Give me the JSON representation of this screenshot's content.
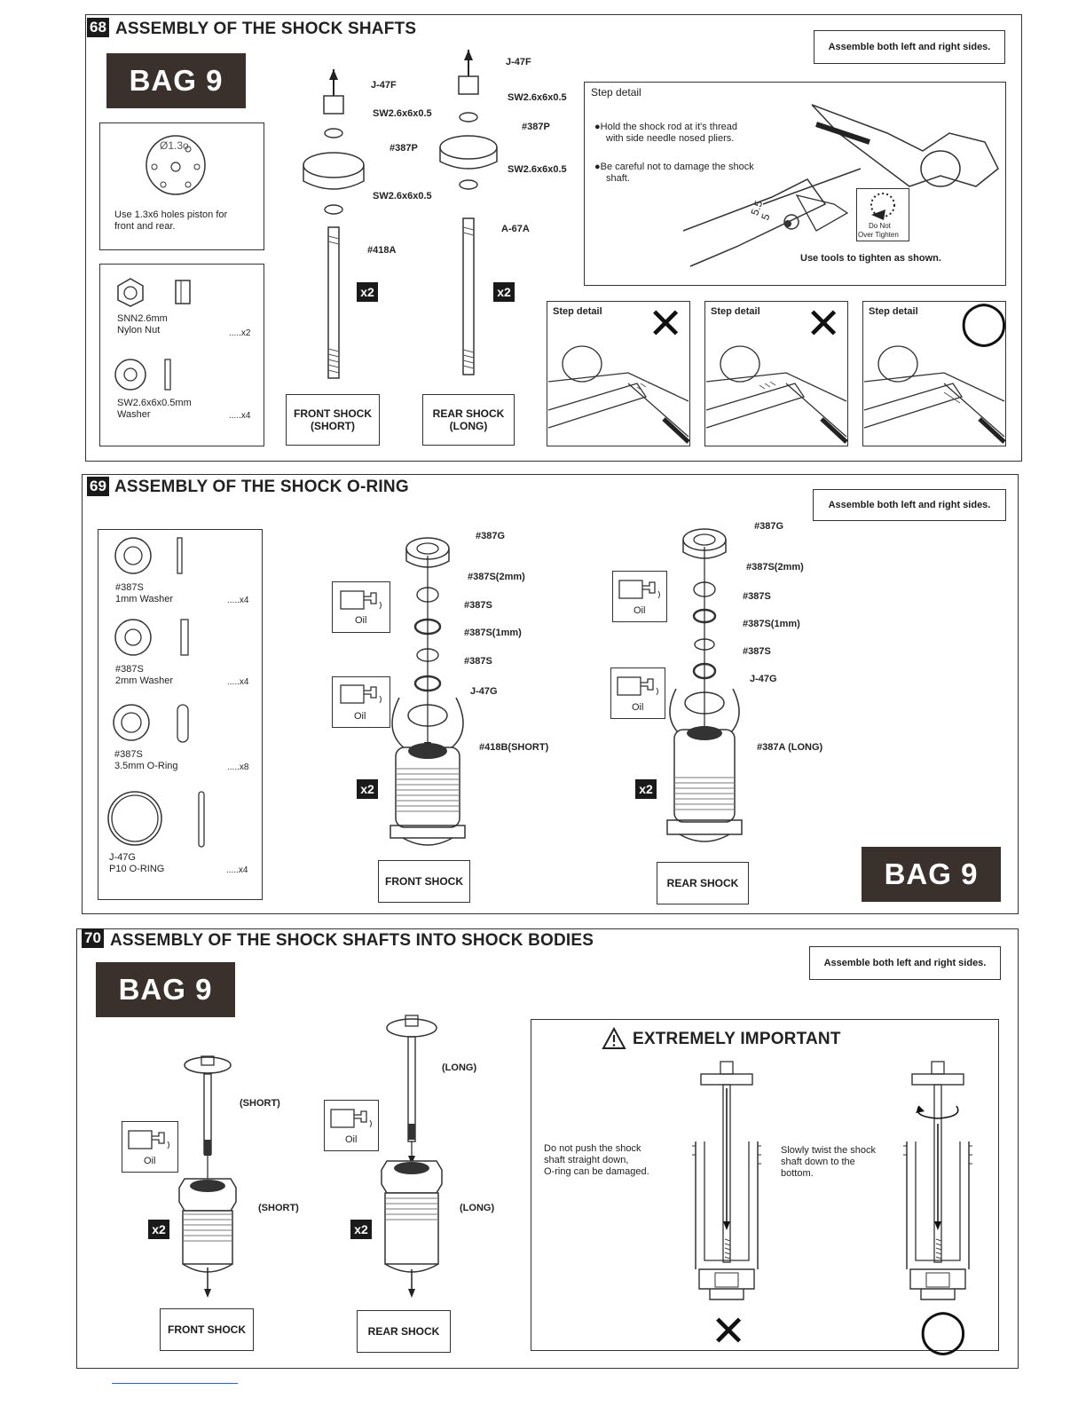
{
  "sections": [
    {
      "number": "68",
      "title": "ASSEMBLY OF THE SHOCK SHAFTS",
      "note": "Assemble both left and right sides.",
      "bag": "BAG 9",
      "piston_note": {
        "hole_label": "Ø1.3o",
        "text_1": "Use 1.3x6 holes piston for",
        "text_2": "front and rear."
      },
      "parts": [
        {
          "name": "SNN2.6mm",
          "desc": "Nylon Nut",
          "qty": ".....x2"
        },
        {
          "name": "SW2.6x6x0.5mm",
          "desc": "Washer",
          "qty": ".....x4"
        }
      ],
      "front": {
        "labels": [
          "J-47F",
          "SW2.6x6x0.5",
          "#387P",
          "SW2.6x6x0.5",
          "#418A"
        ],
        "qty": "x2",
        "caption_1": "FRONT SHOCK",
        "caption_2": "(SHORT)"
      },
      "rear": {
        "labels": [
          "J-47F",
          "SW2.6x6x0.5",
          "#387P",
          "SW2.6x6x0.5",
          "A-67A"
        ],
        "qty": "x2",
        "caption_1": "REAR SHOCK",
        "caption_2": "(LONG)"
      },
      "step_detail": {
        "title": "Step detail",
        "bullet_1a": "●Hold the shock rod at it's thread",
        "bullet_1b": "with side needle nosed pliers.",
        "bullet_2a": "●Be careful not to damage the shock",
        "bullet_2b": "shaft.",
        "wrench_a": "5.5",
        "wrench_b": "5",
        "dont_1": "Do Not",
        "dont_2": "Over Tighten",
        "footer": "Use tools to tighten as shown."
      },
      "mini_steps": [
        {
          "title": "Step detail",
          "mark": "✕"
        },
        {
          "title": "Step detail",
          "mark": "✕"
        },
        {
          "title": "Step detail",
          "mark": "◯"
        }
      ]
    },
    {
      "number": "69",
      "title": "ASSEMBLY OF THE SHOCK O-RING",
      "note": "Assemble both left and right sides.",
      "bag": "BAG 9",
      "parts": [
        {
          "name": "#387S",
          "desc": "1mm Washer",
          "qty": ".....x4"
        },
        {
          "name": "#387S",
          "desc": "2mm Washer",
          "qty": ".....x4"
        },
        {
          "name": "#387S",
          "desc": "3.5mm O-Ring",
          "qty": ".....x8"
        },
        {
          "name": "J-47G",
          "desc": "P10 O-RING",
          "qty": ".....x4"
        }
      ],
      "oil": "Oil",
      "front": {
        "labels": [
          "#387G",
          "#387S(2mm)",
          "#387S",
          "#387S(1mm)",
          "#387S",
          "J-47G",
          "#418B(SHORT)"
        ],
        "qty": "x2",
        "caption": "FRONT SHOCK"
      },
      "rear": {
        "labels": [
          "#387G",
          "#387S(2mm)",
          "#387S",
          "#387S(1mm)",
          "#387S",
          "J-47G",
          "#387A (LONG)"
        ],
        "qty": "x2",
        "caption": "REAR SHOCK"
      }
    },
    {
      "number": "70",
      "title": "ASSEMBLY OF THE SHOCK SHAFTS INTO SHOCK BODIES",
      "note": "Assemble both left and right sides.",
      "bag": "BAG 9",
      "oil": "Oil",
      "front": {
        "shaft_label": "(SHORT)",
        "body_label": "(SHORT)",
        "qty": "x2",
        "caption": "FRONT SHOCK"
      },
      "rear": {
        "shaft_label": "(LONG)",
        "body_label": "(LONG)",
        "qty": "x2",
        "caption": "REAR SHOCK"
      },
      "important": {
        "title": "EXTREMELY IMPORTANT",
        "wrong_1": "Do not push the shock",
        "wrong_2": "shaft straight down,",
        "wrong_3": "O-ring can be damaged.",
        "right_1": "Slowly twist the shock",
        "right_2": "shaft down to the",
        "right_3": "bottom.",
        "wrong_mark": "✕",
        "right_mark": "◯"
      }
    }
  ]
}
